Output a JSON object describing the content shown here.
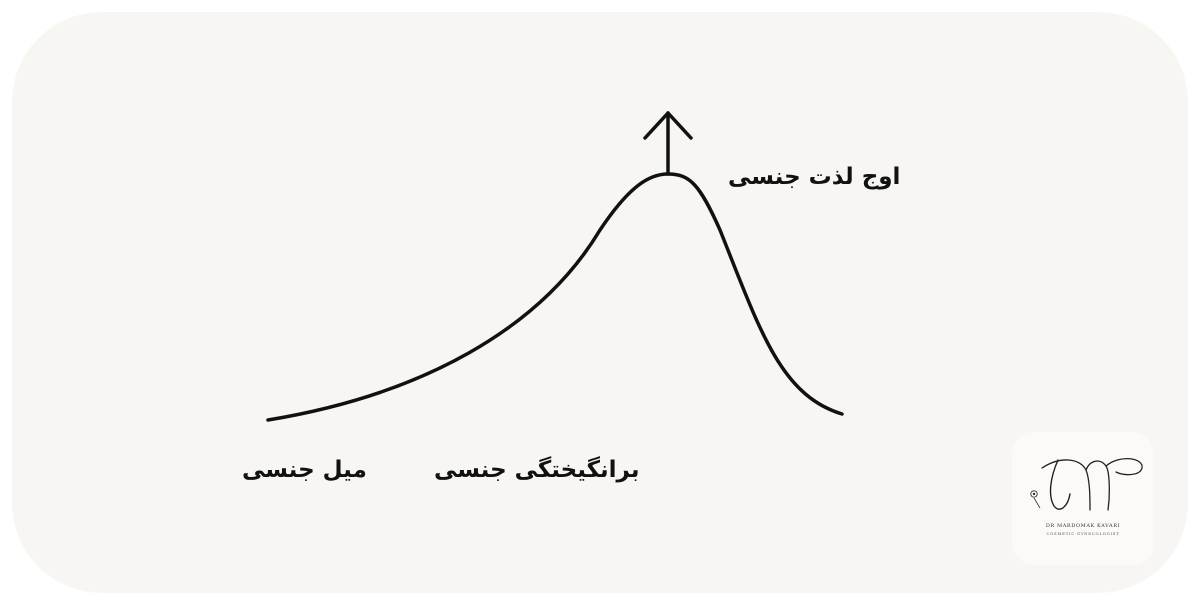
{
  "diagram": {
    "labels": {
      "peak": "اوج لذت جنسی",
      "arousal": "برانگیختگی جنسی",
      "desire": "میل جنسی"
    },
    "colors": {
      "background": "#f8f6f2",
      "stroke": "#111111"
    },
    "icons": {
      "arrow": "arrow-up-icon"
    }
  },
  "logo": {
    "name": "DR MARDOMAK KAVARI",
    "subtitle": "COSMETIC GYNECOLOGIST"
  }
}
